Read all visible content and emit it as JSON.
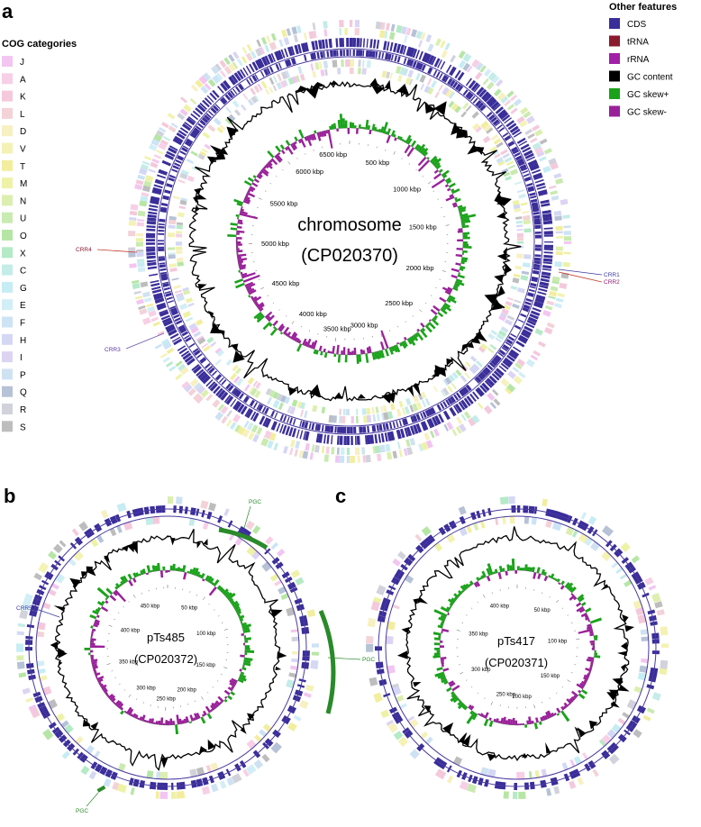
{
  "panels": [
    {
      "letter": "a",
      "name": "chromosome",
      "accession": "(CP020370)",
      "ticks": [
        "500 kbp",
        "1000 kbp",
        "1500 kbp",
        "2000 kbp",
        "2500 kbp",
        "3000 kbp",
        "3500 kbp",
        "4000 kbp",
        "4500 kbp",
        "5000 kbp",
        "5500 kbp",
        "6000 kbp",
        "6500 kbp"
      ],
      "callouts": [
        "CRR1",
        "CRR2",
        "CRR3",
        "CRR4"
      ]
    },
    {
      "letter": "b",
      "name": "pTs485",
      "accession": "(CP020372)",
      "ticks": [
        "50 kbp",
        "100 kbp",
        "150 kbp",
        "200 kbp",
        "250 kbp",
        "300 kbp",
        "350 kbp",
        "400 kbp",
        "450 kbp"
      ],
      "callouts": [
        "PGC",
        "PGC",
        "PGC",
        "CRR5"
      ]
    },
    {
      "letter": "c",
      "name": "pTs417",
      "accession": "(CP020371)",
      "ticks": [
        "50 kbp",
        "100 kbp",
        "150 kbp",
        "200 kbp",
        "250 kbp",
        "300 kbp",
        "350 kbp",
        "400 kbp"
      ],
      "callouts": []
    }
  ],
  "cog_legend": {
    "title": "COG categories",
    "items": [
      {
        "label": "J",
        "color": "#f2c6f0"
      },
      {
        "label": "A",
        "color": "#f7cfe6"
      },
      {
        "label": "K",
        "color": "#f4c9dc"
      },
      {
        "label": "L",
        "color": "#f3d2d8"
      },
      {
        "label": "D",
        "color": "#f7f0c0"
      },
      {
        "label": "V",
        "color": "#f4f2b4"
      },
      {
        "label": "T",
        "color": "#f2ee9e"
      },
      {
        "label": "M",
        "color": "#eef2a6"
      },
      {
        "label": "N",
        "color": "#dcefb0"
      },
      {
        "label": "U",
        "color": "#c9eab0"
      },
      {
        "label": "O",
        "color": "#b6e6a6"
      },
      {
        "label": "X",
        "color": "#b4eac6"
      },
      {
        "label": "C",
        "color": "#c4ece8"
      },
      {
        "label": "G",
        "color": "#c6ecf4"
      },
      {
        "label": "E",
        "color": "#d2eef6"
      },
      {
        "label": "F",
        "color": "#cde3f6"
      },
      {
        "label": "H",
        "color": "#d4d8f4"
      },
      {
        "label": "I",
        "color": "#dcd4f2"
      },
      {
        "label": "P",
        "color": "#cfe2f2"
      },
      {
        "label": "Q",
        "color": "#b6c2d6"
      },
      {
        "label": "R",
        "color": "#d2d2dc"
      },
      {
        "label": "S",
        "color": "#bdbdbd"
      }
    ]
  },
  "other_legend": {
    "title": "Other features",
    "items": [
      {
        "label": "CDS",
        "color": "#3a2e9a"
      },
      {
        "label": "tRNA",
        "color": "#8b1a2e"
      },
      {
        "label": "rRNA",
        "color": "#a020a8"
      },
      {
        "label": "GC content",
        "color": "#000000"
      },
      {
        "label": "GC skew+",
        "color": "#1aa31a"
      },
      {
        "label": "GC skew-",
        "color": "#9a209a"
      }
    ]
  },
  "colors": {
    "cds": "#3a2e9a",
    "gc": "#000000",
    "skew_pos": "#1aa31a",
    "skew_neg": "#9a209a",
    "pgc": "#2a8a2a",
    "crr": "#6b5fb5"
  }
}
